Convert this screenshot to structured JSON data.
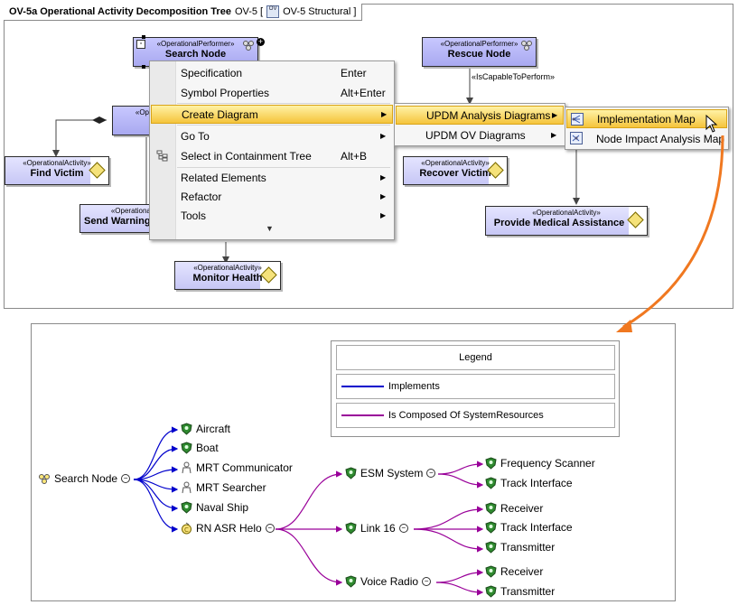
{
  "diagram": {
    "title": "OV-5a Operational Activity Decomposition Tree",
    "type_label": "OV-5 [",
    "structural_label": "OV-5 Structural ]",
    "relation_label": "«IsCapableToPerform»",
    "nodes": {
      "search_node": {
        "stereo": "«OperationalPerformer»",
        "name": "Search Node"
      },
      "rescue_node": {
        "stereo": "«OperationalPerformer»",
        "name": "Rescue Node"
      },
      "hidden_perf": {
        "stereo": "«Op"
      },
      "find_victim": {
        "stereo": "«OperationalActivity»",
        "name": "Find Victim"
      },
      "send_warning": {
        "stereo": "«OperationalAc",
        "name": "Send Warning"
      },
      "recover_victim": {
        "stereo": "«OperationalActivity»",
        "name": "Recover Victim"
      },
      "provide_medical": {
        "stereo": "«OperationalActivity»",
        "name": "Provide Medical Assistance"
      },
      "monitor_health": {
        "stereo": "«OperationalActivity»",
        "name": "Monitor Health"
      }
    }
  },
  "context_menu": {
    "items": [
      {
        "label": "Specification",
        "shortcut": "Enter"
      },
      {
        "label": "Symbol Properties",
        "shortcut": "Alt+Enter"
      },
      {
        "label": "Create Diagram",
        "shortcut": ""
      },
      {
        "label": "Go To",
        "shortcut": ""
      },
      {
        "label": "Select in Containment Tree",
        "shortcut": "Alt+B"
      },
      {
        "label": "Related Elements",
        "shortcut": ""
      },
      {
        "label": "Refactor",
        "shortcut": ""
      },
      {
        "label": "Tools",
        "shortcut": ""
      }
    ]
  },
  "submenu1": {
    "items": [
      {
        "label": "UPDM Analysis Diagrams"
      },
      {
        "label": "UPDM OV Diagrams"
      }
    ]
  },
  "submenu2": {
    "items": [
      {
        "label": "Implementation Map"
      },
      {
        "label": "Node Impact Analysis Map"
      }
    ]
  },
  "implementation_map": {
    "legend": {
      "title": "Legend",
      "implements": "Implements",
      "composed": "Is Composed Of SystemResources"
    },
    "colors": {
      "implements": "#0000cc",
      "composed": "#990099",
      "callout_arrow": "#f07820"
    },
    "root": "Search Node",
    "level1": [
      "Aircraft",
      "Boat",
      "MRT Communicator",
      "MRT Searcher",
      "Naval Ship",
      "RN ASR Helo"
    ],
    "level2": [
      "ESM System",
      "Link 16",
      "Voice Radio"
    ],
    "esm_children": [
      "Frequency Scanner",
      "Track Interface"
    ],
    "link16_children": [
      "Receiver",
      "Track Interface",
      "Transmitter"
    ],
    "voice_children": [
      "Receiver",
      "Transmitter"
    ],
    "collapse_glyph": "⊖"
  }
}
